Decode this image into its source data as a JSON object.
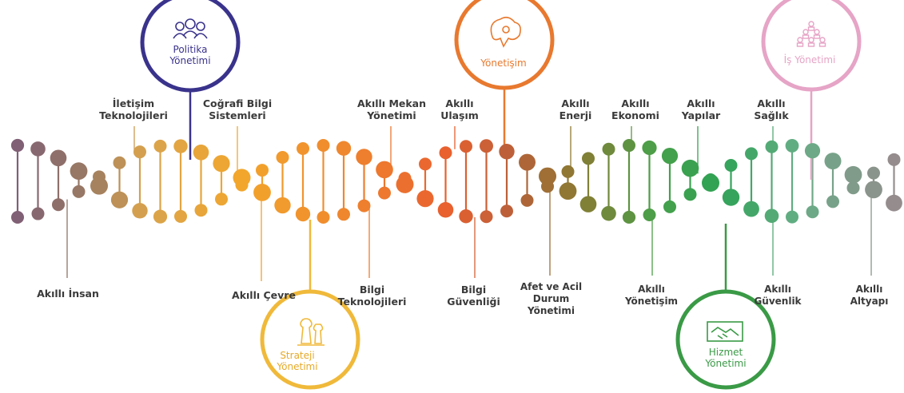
{
  "colors": {
    "politika": "#3a338c",
    "yonetisim": "#e8792f",
    "is": "#e6a4c6",
    "strateji": "#f0b93a",
    "hizmet": "#3a9a46"
  },
  "circles": [
    {
      "id": "politika",
      "title": "Politika\nYönetimi",
      "icon": "people-group-icon"
    },
    {
      "id": "yonetisim",
      "title": "Yönetişim",
      "icon": "brain-gear-icon"
    },
    {
      "id": "is",
      "title": "İş Yönetimi",
      "icon": "team-pyramid-icon"
    },
    {
      "id": "strateji",
      "title": "Strateji\nYönetimi",
      "icon": "chess-pieces-icon"
    },
    {
      "id": "hizmet",
      "title": "Hizmet\nYönetimi",
      "icon": "handshake-icon"
    }
  ],
  "top_labels": [
    "İletişim\nTeknolojileri",
    "Coğrafi Bilgi\nSistemleri",
    "Akıllı Mekan\nYönetimi",
    "Akıllı\nUlaşım",
    "Akıllı\nEnerji",
    "Akıllı\nEkonomi",
    "Akıllı\nYapılar",
    "Akıllı\nSağlık"
  ],
  "bottom_labels": [
    "Akıllı İnsan",
    "Akıllı Çevre",
    "Bilgi\nTeknolojileri",
    "Bilgi\nGüvenliği",
    "Afet ve Acil\nDurum\nYönetimi",
    "Akıllı\nYönetişim",
    "Akıllı\nGüvenlik",
    "Akıllı\nAltyapı"
  ]
}
